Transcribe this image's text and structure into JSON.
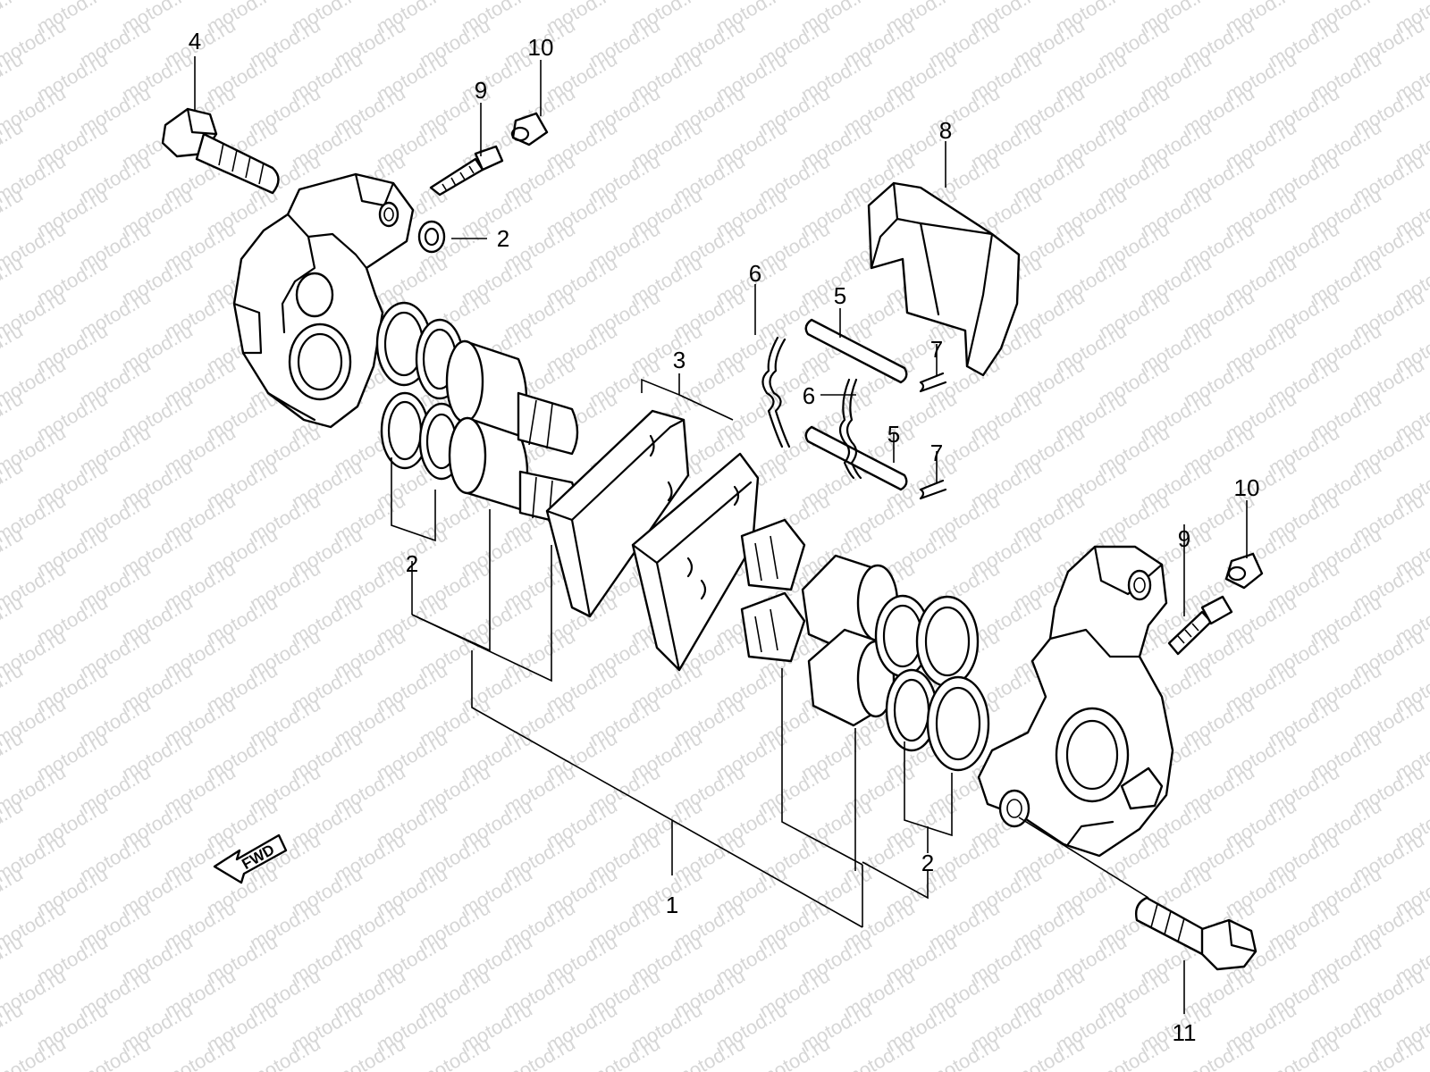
{
  "watermark": "motod.ru",
  "fwd_label": "FWD",
  "labels": [
    {
      "id": "left-bolt",
      "text": "4"
    },
    {
      "id": "left-cap",
      "text": "10"
    },
    {
      "id": "left-bleeder",
      "text": "9"
    },
    {
      "id": "left-washer",
      "text": "2"
    },
    {
      "id": "pad-spring-cover",
      "text": "8"
    },
    {
      "id": "upper-clip",
      "text": "6"
    },
    {
      "id": "upper-pin",
      "text": "5"
    },
    {
      "id": "upper-e-clip",
      "text": "7"
    },
    {
      "id": "lower-clip",
      "text": "6"
    },
    {
      "id": "lower-pin",
      "text": "5"
    },
    {
      "id": "lower-e-clip",
      "text": "7"
    },
    {
      "id": "pad-set",
      "text": "3"
    },
    {
      "id": "left-seal-set",
      "text": "2"
    },
    {
      "id": "caliper-assembly",
      "text": "1"
    },
    {
      "id": "right-seal-set",
      "text": "2"
    },
    {
      "id": "right-cap",
      "text": "10"
    },
    {
      "id": "right-bleeder",
      "text": "9"
    },
    {
      "id": "right-bolt",
      "text": "11"
    }
  ]
}
